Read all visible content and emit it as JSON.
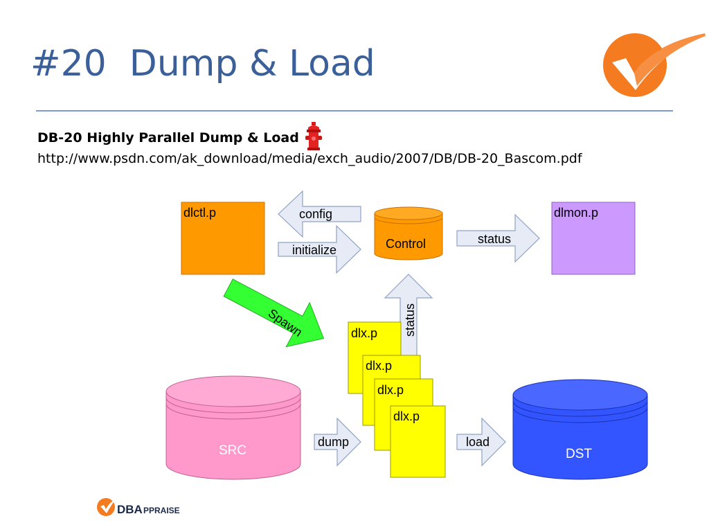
{
  "slide": {
    "title": "#20  Dump & Load",
    "heading": "DB-20 Highly Parallel Dump & Load",
    "url": "http://www.psdn.com/ak_download/media/exch_audio/2007/DB/DB-20_Bascom.pdf"
  },
  "diagram": {
    "boxes": {
      "dlctl": "dlctl.p",
      "dlmon": "dlmon.p",
      "dlx": [
        "dlx.p",
        "dlx.p",
        "dlx.p",
        "dlx.p"
      ]
    },
    "databases": {
      "control": "Control",
      "src": "SRC",
      "dst": "DST"
    },
    "arrows": {
      "config": "config",
      "initialize": "initialize",
      "status_right": "status",
      "status_up": "status",
      "spawn": "Spawn",
      "dump": "dump",
      "load": "load"
    }
  },
  "logo": {
    "brand": "DBA",
    "brand_suffix": "PPRAISE"
  },
  "colors": {
    "title": "#3a5f99",
    "orange": "#ff9900",
    "purple": "#cc99ff",
    "yellow": "#ffff00",
    "pink": "#ff99cc",
    "blue": "#3355ff",
    "spawn_green": "#33ff33",
    "arrow_fill": "#e6ebf5"
  },
  "icons": {
    "header_icon": "fire-hydrant-icon",
    "corner_logo": "checkmark-circle-logo"
  }
}
